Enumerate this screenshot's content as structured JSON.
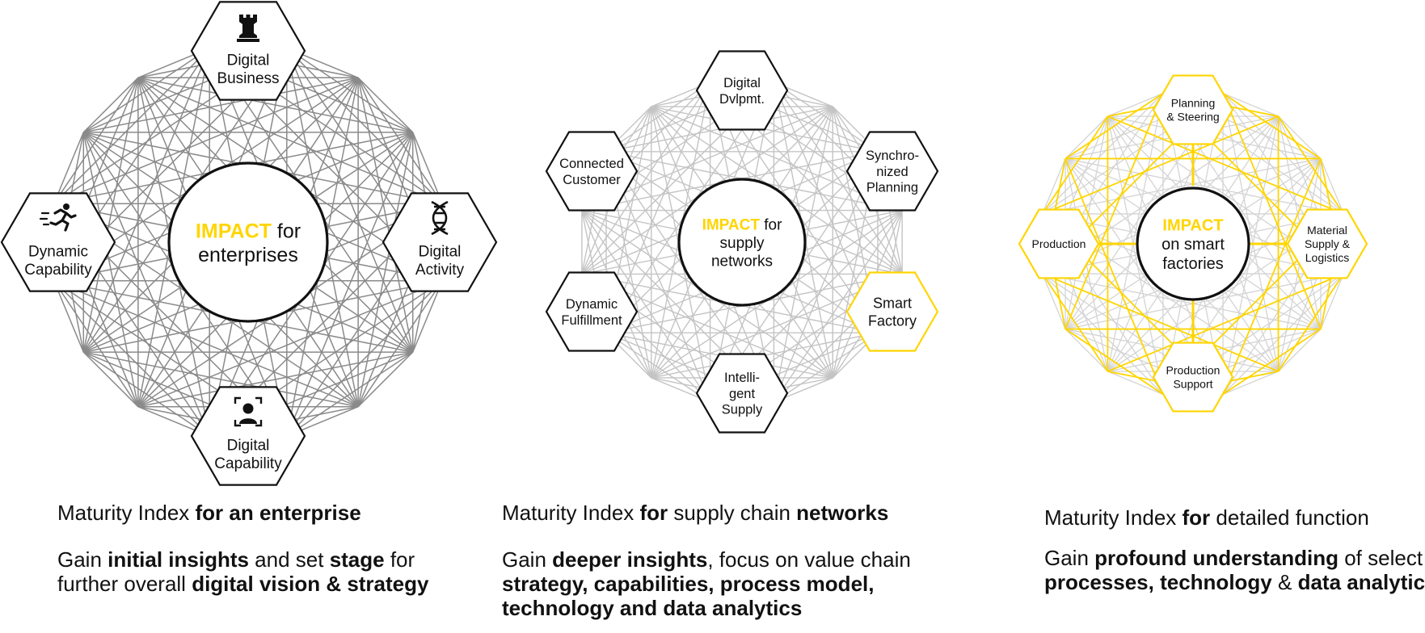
{
  "colors": {
    "accent": "#FFD500",
    "stroke": "#111111",
    "mesh": "#8a8a8a",
    "mesh_light": "#c4c4c4"
  },
  "diagrams": [
    {
      "center": {
        "highlight": "IMPACT",
        "rest": " for",
        "line2": "enterprises"
      },
      "nodes": [
        {
          "lines": [
            "Digital",
            "Business"
          ],
          "icon": "rook-icon"
        },
        {
          "lines": [
            "Digital",
            "Activity"
          ],
          "icon": "dna-icon"
        },
        {
          "lines": [
            "Digital",
            "Capability"
          ],
          "icon": "person-focus-icon"
        },
        {
          "lines": [
            "Dynamic",
            "Capability"
          ],
          "icon": "running-person-icon"
        }
      ]
    },
    {
      "center": {
        "highlight": "IMPACT",
        "rest": " for",
        "line2": "supply",
        "line3": "networks"
      },
      "nodes": [
        {
          "lines": [
            "Digital",
            "Dvlpmt."
          ]
        },
        {
          "lines": [
            "Synchro-",
            "nized",
            "Planning"
          ]
        },
        {
          "lines": [
            "Smart",
            "Factory"
          ],
          "highlighted": true
        },
        {
          "lines": [
            "Intelli-",
            "gent",
            "Supply"
          ]
        },
        {
          "lines": [
            "Dynamic",
            "Fulfillment"
          ]
        },
        {
          "lines": [
            "Connected",
            "Customer"
          ]
        }
      ]
    },
    {
      "center": {
        "highlight": "IMPACT",
        "line2": "on smart",
        "line3": "factories"
      },
      "nodes": [
        {
          "lines": [
            "Planning",
            "& Steering"
          ]
        },
        {
          "lines": [
            "Material",
            "Supply &",
            "Logistics"
          ]
        },
        {
          "lines": [
            "Production",
            "Support"
          ]
        },
        {
          "lines": [
            "Production"
          ]
        }
      ]
    }
  ],
  "captions": [
    {
      "title": {
        "normal": "Maturity Index ",
        "bold": "for an enterprise"
      },
      "body": {
        "line1": {
          "a": "Gain ",
          "b": "initial insights",
          "c": " and set ",
          "d": "stage",
          "e": " for"
        },
        "line2": {
          "a": "further overall ",
          "b": "digital vision & strategy"
        }
      }
    },
    {
      "title": {
        "a": "Maturity Index ",
        "b": "for",
        "c": " supply chain ",
        "d": "networks"
      },
      "body": {
        "line1": {
          "a": "Gain ",
          "b": "deeper insights",
          "c": ", focus on value chain"
        },
        "line2": "strategy, capabilities, process model,",
        "line3": "technology and data analytics"
      }
    },
    {
      "title": {
        "a": "Maturity Index ",
        "b": "for",
        "c": " detailed function"
      },
      "body": {
        "line1": {
          "a": "Gain ",
          "b": "profound understanding",
          "c": " of select"
        },
        "line2": {
          "a": "processes, technology",
          "b": " & ",
          "c": "data analytics"
        }
      }
    }
  ]
}
